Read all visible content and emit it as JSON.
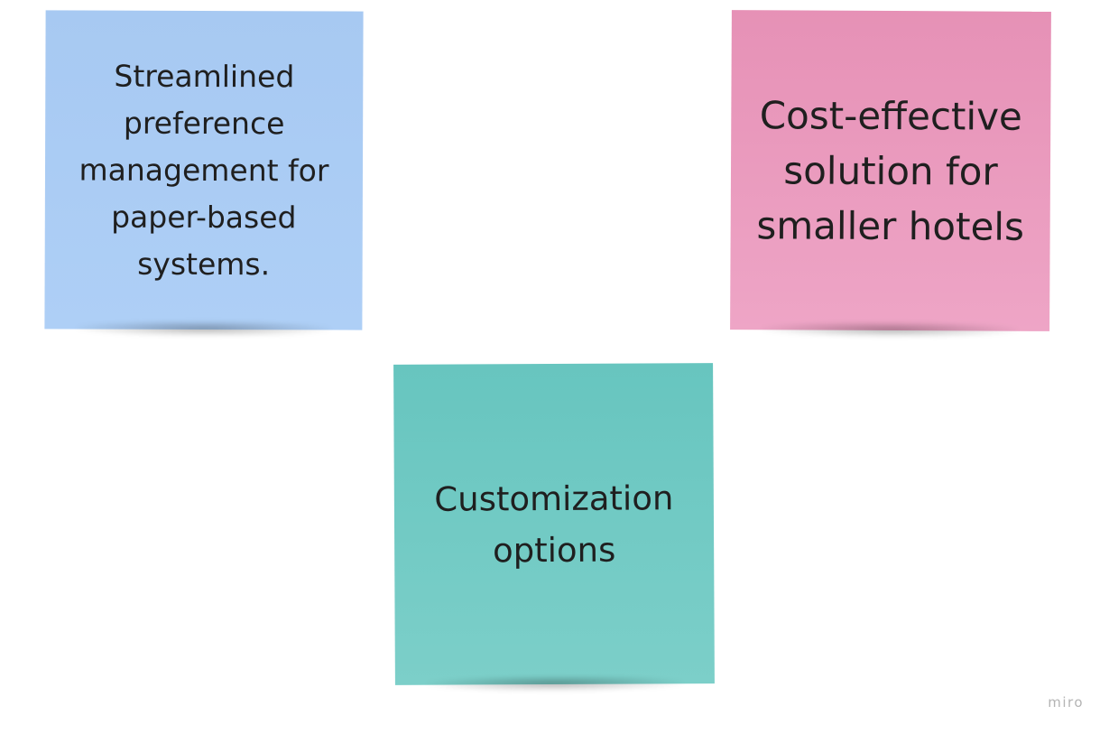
{
  "board": {
    "stickies": [
      {
        "text": "Streamlined preference management for paper-based systems.",
        "color": "#a9caf4"
      },
      {
        "text": "Cost-effective solution for smaller hotels",
        "color": "#ea9ac0"
      },
      {
        "text": "Customization options",
        "color": "#70cac4"
      }
    ]
  },
  "watermark": {
    "text": "miro"
  }
}
